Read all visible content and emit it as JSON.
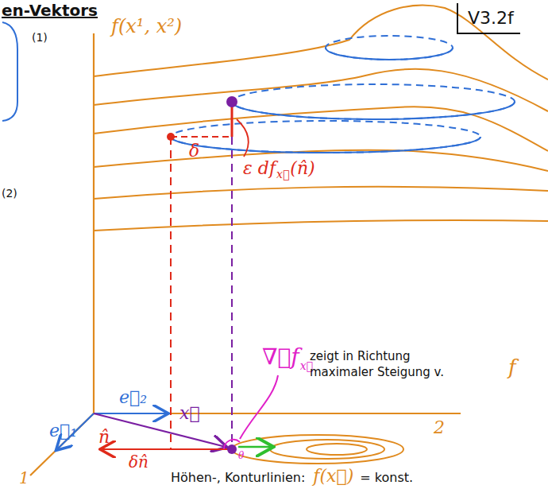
{
  "diagram": {
    "title": "en-Vektors",
    "nodes": [
      {
        "text": [
          "V3.2f"
        ]
      }
    ],
    "labels": [
      "f(x¹, x²)",
      "(1)",
      "(2)",
      "δ",
      "ε df",
      "x⃗",
      "(n̂)",
      "∇⃗f",
      "x⃗",
      "zeigt in Richtung",
      "maximaler Steigung v.",
      "f",
      "e⃗₂",
      "e⃗₁",
      "x⃗",
      "2",
      "n̂",
      "δn̂",
      "θ",
      "1",
      "Höhen-, Konturlinien:",
      "f(x⃗)",
      "= konst."
    ]
  }
}
